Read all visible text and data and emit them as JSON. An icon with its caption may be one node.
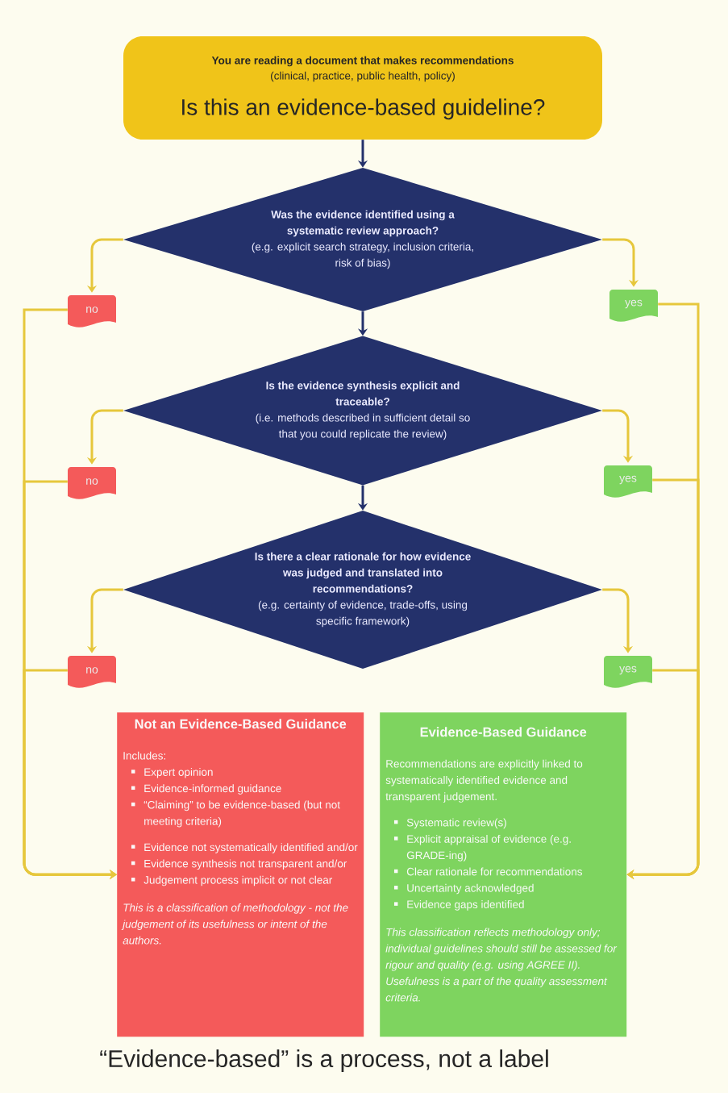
{
  "diagram": {
    "caption": "“Evidence-based” is a process, not a label",
    "nodes": [
      {
        "text": [
          "You are reading a document that makes recommendations",
          "(clinical, practice, public health, policy)",
          "Is this an evidence-based guideline?"
        ]
      },
      {
        "text": [
          "Was the evidence identified using a systematic review approach?",
          "(e.g. explicit search strategy, inclusion criteria, risk of bias)"
        ]
      },
      {
        "text": [
          "no"
        ]
      },
      {
        "text": [
          "yes"
        ]
      },
      {
        "text": [
          "Is the evidence synthesis explicit and traceable?",
          "(i.e. methods described in sufficient detail so that you could replicate the review)"
        ]
      },
      {
        "text": [
          "no"
        ]
      },
      {
        "text": [
          "yes"
        ]
      },
      {
        "text": [
          "Is there a clear rationale for how evidence was judged and translated into recommendations?",
          "(e.g. certainty of evidence, trade-offs, using specific framework)"
        ]
      },
      {
        "text": [
          "no"
        ]
      },
      {
        "text": [
          "yes"
        ]
      },
      {
        "text": [
          "Not an Evidence-Based Guidance",
          "Includes:",
          "Expert opinion",
          "Evidence-informed guidance",
          "“Claiming” to be evidence-based (but not meeting criteria)",
          "Evidence not systematically identified and/or",
          "Evidence synthesis not transparent and/or",
          "Judgement process implicit or not clear",
          "This is a classification of methodology - not the judgement of its usefulness or intent of the authors."
        ]
      },
      {
        "text": [
          "Evidence-Based Guidance",
          "Recommendations are explicitly linked to systematically identified evidence and transparent judgement.",
          "Systematic review(s)",
          "Explicit appraisal of evidence (e.g. GRADE-ing)",
          "Clear rationale for recommendations",
          "Uncertainty acknowledged",
          "Evidence gaps identified",
          "This classification reflects methodology only; individual guidelines should still be assessed for rigour and quality (e.g. using AGREE II). Usefulness is a part of the quality assessment criteria."
        ]
      }
    ],
    "edges": [
      {
        "from": 0,
        "to": 1,
        "arrow": "to",
        "color": "#24316b"
      },
      {
        "from": 1,
        "to": 2,
        "arrow": "to"
      },
      {
        "from": 1,
        "to": 3,
        "arrow": "to"
      },
      {
        "from": 1,
        "to": 4,
        "arrow": "to",
        "color": "#24316b"
      },
      {
        "from": 4,
        "to": 5,
        "arrow": "to"
      },
      {
        "from": 4,
        "to": 6,
        "arrow": "to"
      },
      {
        "from": 4,
        "to": 7,
        "arrow": "to",
        "color": "#24316b"
      },
      {
        "from": 7,
        "to": 8,
        "arrow": "to"
      },
      {
        "from": 7,
        "to": 9,
        "arrow": "to"
      },
      {
        "from": 2,
        "to": 10,
        "arrow": "to"
      },
      {
        "from": 5,
        "to": 10,
        "arrow": "to"
      },
      {
        "from": 8,
        "to": 10,
        "arrow": "to"
      },
      {
        "from": 3,
        "to": 11,
        "arrow": "to"
      },
      {
        "from": 6,
        "to": 11,
        "arrow": "to"
      },
      {
        "from": 9,
        "to": 11,
        "arrow": "to"
      }
    ]
  }
}
